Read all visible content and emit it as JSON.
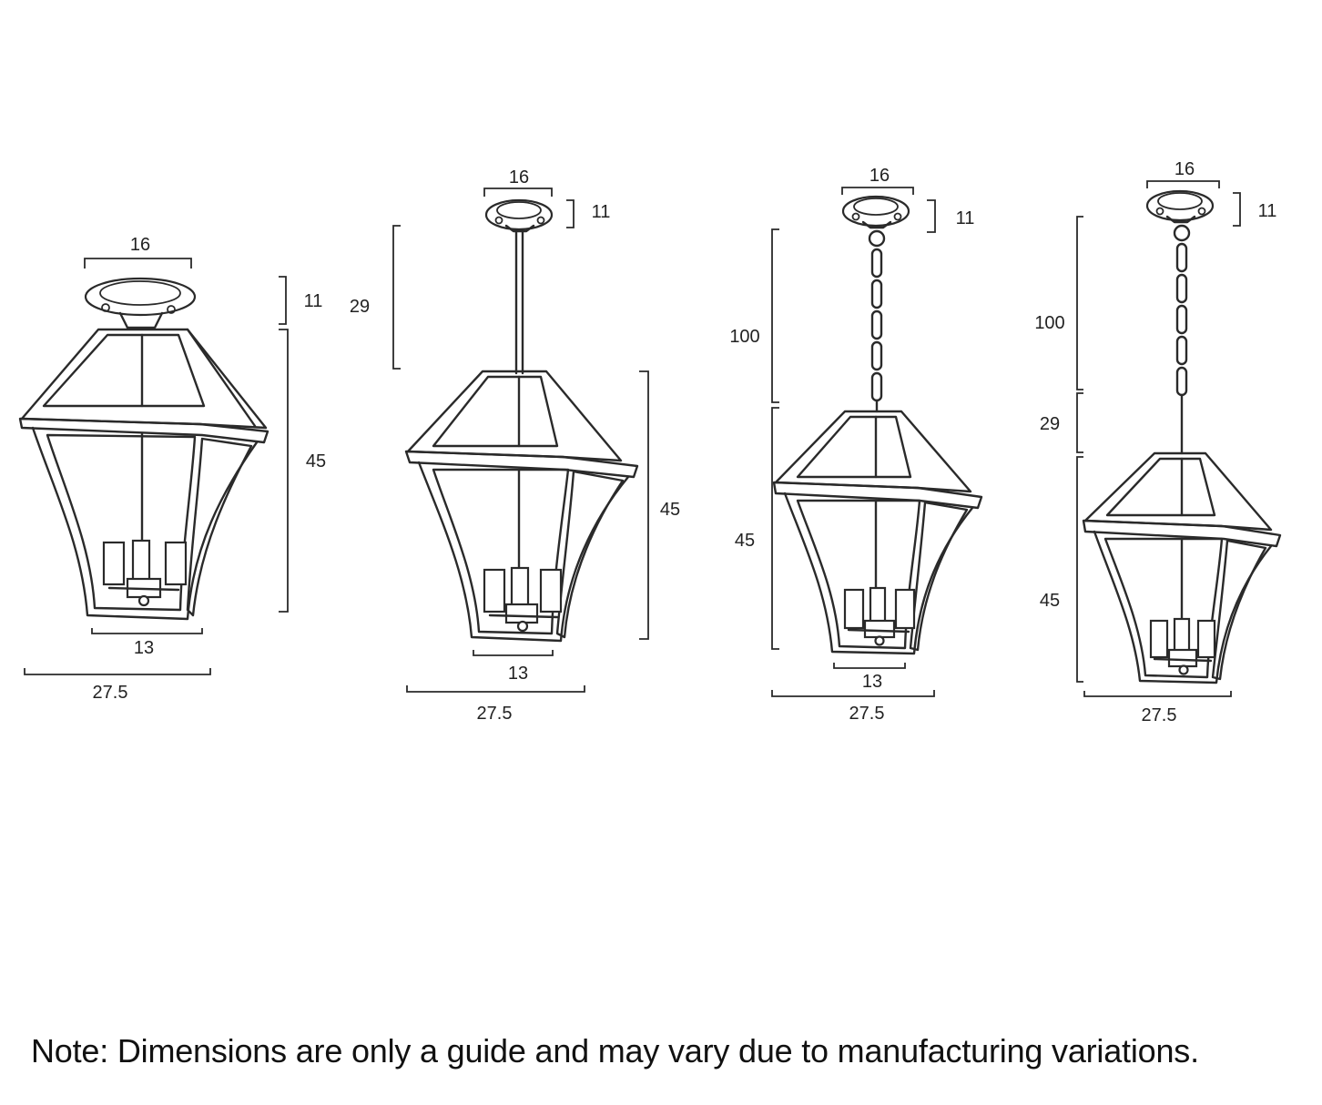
{
  "note": "Note: Dimensions are only a guide and may vary due to manufacturing variations.",
  "variants": [
    {
      "canopy_width": "16",
      "canopy_height": "11",
      "body_height": "45",
      "base_width": "13",
      "overall_width": "27.5"
    },
    {
      "canopy_width": "16",
      "canopy_height": "11",
      "rod_length": "29",
      "body_height": "45",
      "base_width": "13",
      "overall_width": "27.5"
    },
    {
      "canopy_width": "16",
      "canopy_height": "11",
      "chain_length": "100",
      "body_height": "45",
      "base_width": "13",
      "overall_width": "27.5"
    },
    {
      "canopy_width": "16",
      "canopy_height": "11",
      "chain_length": "100",
      "rod_length": "29",
      "body_height": "45",
      "overall_width": "27.5"
    }
  ]
}
